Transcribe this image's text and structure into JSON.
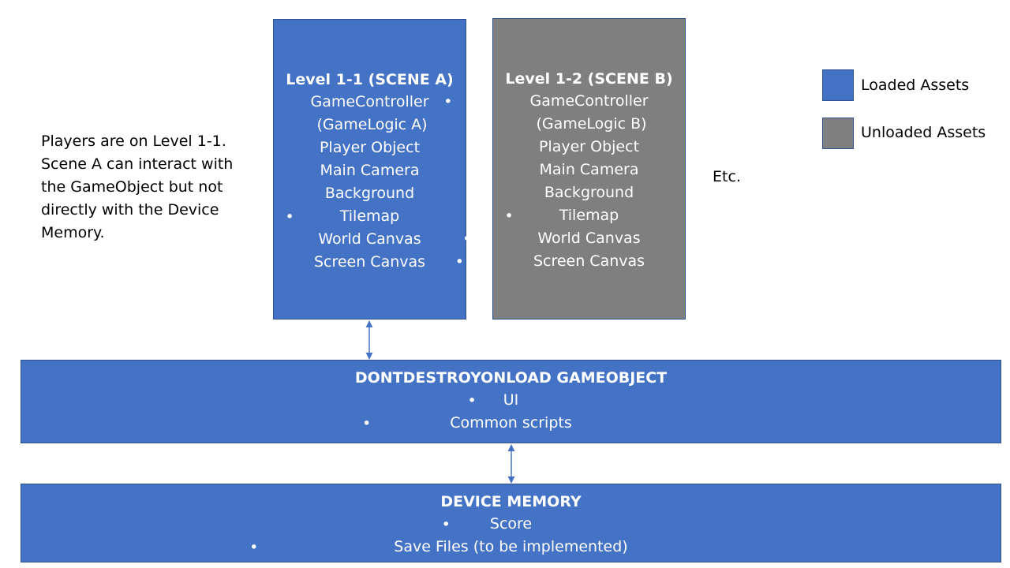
{
  "scene_a": {
    "title": "Level 1-1 (SCENE A)",
    "items": [
      "GameController",
      "(GameLogic A)",
      "Player Object",
      "Main Camera",
      "Background",
      "Tilemap",
      "World Canvas",
      "Screen Canvas"
    ]
  },
  "scene_b": {
    "title": "Level 1-2 (SCENE B)",
    "items": [
      "GameController",
      "(GameLogic B)",
      "Player Object",
      "Main Camera",
      "Background",
      "Tilemap",
      "World Canvas",
      "Screen Canvas"
    ]
  },
  "persistent": {
    "title": "DONTDESTROYONLOAD GAMEOBJECT",
    "items": [
      "UI",
      "Common scripts"
    ]
  },
  "device": {
    "title": "DEVICE MEMORY",
    "items": [
      "Score",
      "Save Files (to be implemented)"
    ]
  },
  "legend": {
    "loaded": "Loaded Assets",
    "unloaded": "Unloaded Assets"
  },
  "note": "Players are on Level 1-1. Scene A can interact with the GameObject but not directly with the Device Memory.",
  "etc": "Etc.",
  "colors": {
    "loaded": "#4472c4",
    "unloaded": "#7f7f7f",
    "border": "#2f528f",
    "arrow": "#4472c4"
  }
}
